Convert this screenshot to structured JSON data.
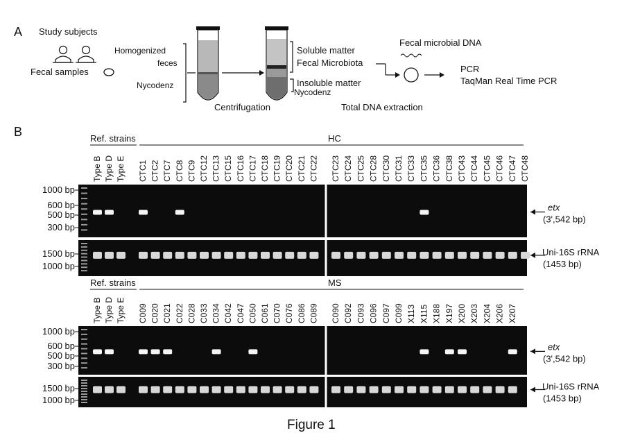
{
  "panel_a": {
    "letter": "A",
    "study_subjects": "Study subjects",
    "fecal_samples": "Fecal samples",
    "homogenized": "Homogenized",
    "feces": "feces",
    "nycodenz_in": "Nycodenz",
    "centrifugation": "Centrifugation",
    "soluble": "Soluble matter",
    "fecal_microbiota": "Fecal Microbiota",
    "insoluble": "Insoluble matter",
    "nycodenz_out": "Nycodenz",
    "fecal_dna": "Fecal microbial DNA",
    "total_dna": "Total DNA extraction",
    "pcr": "PCR",
    "taqman": "TaqMan Real Time PCR"
  },
  "panel_b": {
    "letter": "B",
    "ref_strains": "Ref. strains",
    "ref_lanes": [
      "Type B",
      "Type D",
      "Type E"
    ],
    "groups": [
      {
        "name": "HC",
        "left_lanes": [
          "CTC1",
          "CTC2",
          "CTC7",
          "CTC8",
          "CTC9",
          "CTC12",
          "CTC13",
          "CTC15",
          "CTC16",
          "CTC17",
          "CTC18",
          "CTC19",
          "CTC20",
          "CTC21",
          "CTC22"
        ],
        "right_lanes": [
          "CTC23",
          "CTC24",
          "CTC25",
          "CTC28",
          "CTC30",
          "CTC31",
          "CTC33",
          "CTC35",
          "CTC36",
          "CTC38",
          "CTC43",
          "CTC44",
          "CTC45",
          "CTC46",
          "CTC47",
          "CTC48"
        ],
        "etx_positive": [
          "Type B",
          "Type D",
          "CTC1",
          "CTC8",
          "CTC35"
        ]
      },
      {
        "name": "MS",
        "left_lanes": [
          "C009",
          "C020",
          "C021",
          "C022",
          "C028",
          "C033",
          "C034",
          "C042",
          "C047",
          "C050",
          "C061",
          "C070",
          "C076",
          "C086",
          "C089"
        ],
        "right_lanes": [
          "C090",
          "C092",
          "C093",
          "C096",
          "C097",
          "C099",
          "X113",
          "X115",
          "X188",
          "X197",
          "X200",
          "X203",
          "X204",
          "X206",
          "X207"
        ],
        "etx_positive": [
          "Type B",
          "Type D",
          "C009",
          "C020",
          "C021",
          "C034",
          "C050",
          "X115",
          "X197",
          "X200",
          "X207"
        ]
      }
    ],
    "etx_markers": [
      "1000 bp",
      "600 bp",
      "500 bp",
      "300 bp"
    ],
    "rrna_markers": [
      "1500 bp",
      "1000 bp"
    ],
    "etx_label": "etx",
    "etx_size": "(3',542 bp)",
    "rrna_label": "Uni-16S rRNA",
    "rrna_size": "(1453 bp)"
  },
  "caption": "Figure 1",
  "colors": {
    "gel": "#0c0c0c",
    "band": "#f4f4f4",
    "line": "#111111"
  }
}
